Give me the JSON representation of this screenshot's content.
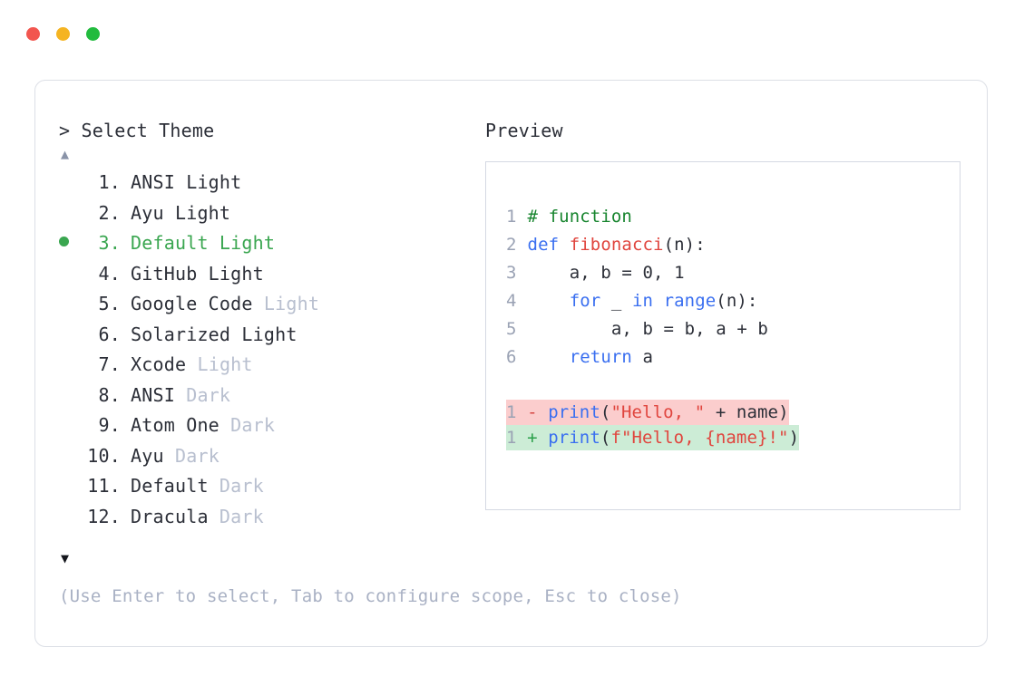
{
  "window": {
    "dots": [
      {
        "name": "close-dot",
        "color": "#f2564f"
      },
      {
        "name": "minimize-dot",
        "color": "#f5b422"
      },
      {
        "name": "maximize-dot",
        "color": "#22bb3e"
      }
    ]
  },
  "selector": {
    "prompt_caret": ">",
    "prompt_label": "Select Theme",
    "scroll_up_icon": "▲",
    "scroll_down_icon": "▼",
    "selected_index": 3,
    "selected_bullet": "●",
    "items": [
      {
        "number": " 1.",
        "name": "ANSI Light",
        "variant": "",
        "selected": false
      },
      {
        "number": " 2.",
        "name": "Ayu Light",
        "variant": "",
        "selected": false
      },
      {
        "number": " 3.",
        "name": "Default Light",
        "variant": "",
        "selected": true
      },
      {
        "number": " 4.",
        "name": "GitHub Light",
        "variant": "",
        "selected": false
      },
      {
        "number": " 5.",
        "name": "Google Code",
        "variant": "Light",
        "selected": false
      },
      {
        "number": " 6.",
        "name": "Solarized Light",
        "variant": "",
        "selected": false
      },
      {
        "number": " 7.",
        "name": "Xcode",
        "variant": "Light",
        "selected": false
      },
      {
        "number": " 8.",
        "name": "ANSI",
        "variant": "Dark",
        "selected": false
      },
      {
        "number": " 9.",
        "name": "Atom One",
        "variant": "Dark",
        "selected": false
      },
      {
        "number": "10.",
        "name": "Ayu",
        "variant": "Dark",
        "selected": false
      },
      {
        "number": "11.",
        "name": "Default",
        "variant": "Dark",
        "selected": false
      },
      {
        "number": "12.",
        "name": "Dracula",
        "variant": "Dark",
        "selected": false
      }
    ],
    "hint": "(Use Enter to select, Tab to configure scope, Esc to close)"
  },
  "preview": {
    "label": "Preview",
    "code_lines": [
      {
        "lineno": "1",
        "text": "# function"
      },
      {
        "lineno": "2",
        "text": "def fibonacci(n):"
      },
      {
        "lineno": "3",
        "text": "    a, b = 0, 1"
      },
      {
        "lineno": "4",
        "text": "    for _ in range(n):"
      },
      {
        "lineno": "5",
        "text": "        a, b = b, a + b"
      },
      {
        "lineno": "6",
        "text": "    return a"
      }
    ],
    "diff": [
      {
        "lineno": "1",
        "marker": "-",
        "text": "print(\"Hello, \" + name)",
        "type": "removed"
      },
      {
        "lineno": "1",
        "marker": "+",
        "text": "print(f\"Hello, {name}!\")",
        "type": "added"
      }
    ]
  },
  "colors": {
    "accent_green": "#3aa650",
    "muted_gray": "#b8bfcf",
    "hint_gray": "#a9b1c4",
    "text": "#2c2f38",
    "comment": "#18852f",
    "keyword": "#3a6ff0",
    "function": "#e0453e",
    "string": "#e0453e",
    "diff_removed_bg": "#fbcdcd",
    "diff_added_bg": "#ccecd6",
    "border": "#dcdfe6"
  }
}
